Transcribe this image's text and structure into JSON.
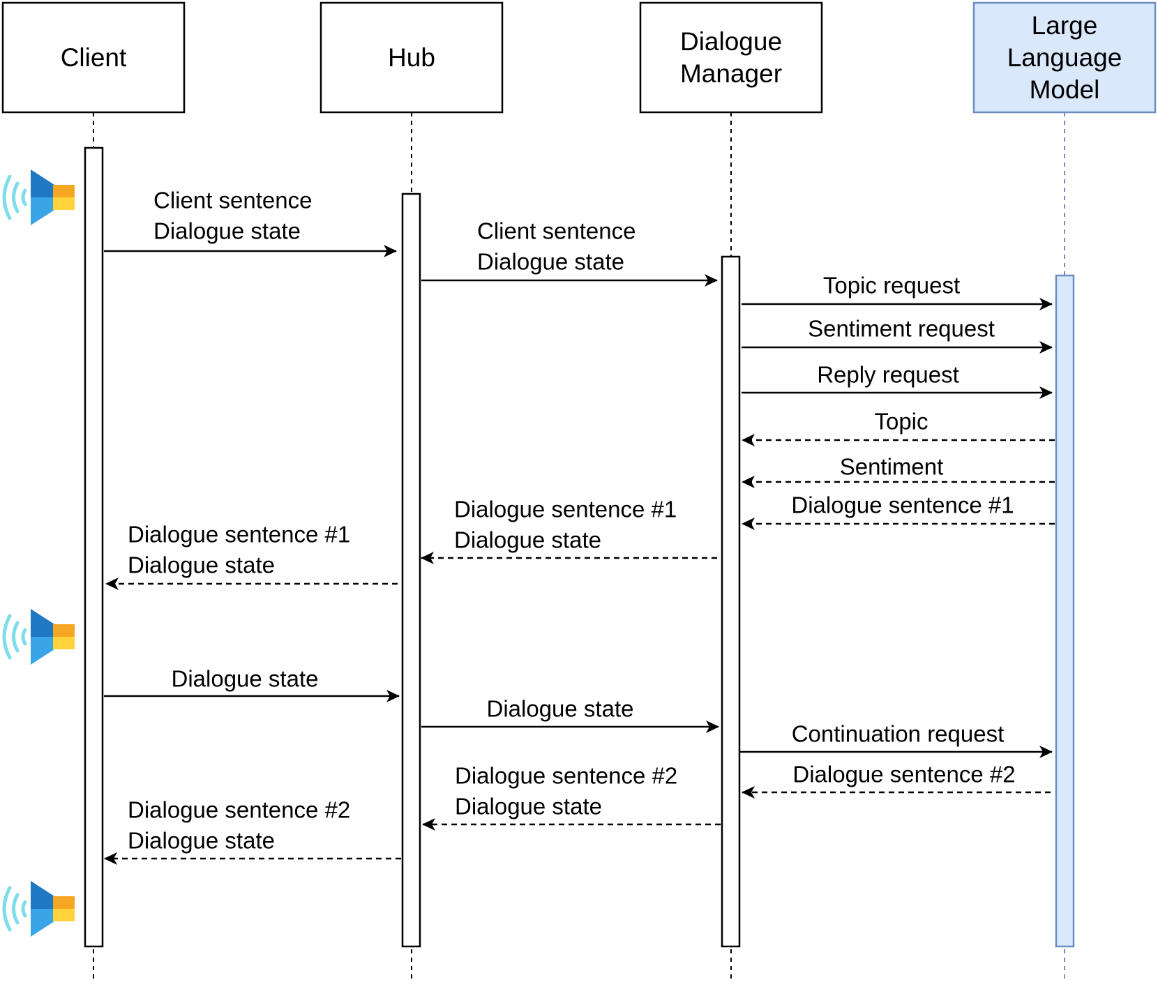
{
  "participants": [
    {
      "id": "client",
      "label_lines": [
        "Client"
      ]
    },
    {
      "id": "hub",
      "label_lines": [
        "Hub"
      ]
    },
    {
      "id": "dm",
      "label_lines": [
        "Dialogue",
        "Manager"
      ]
    },
    {
      "id": "llm",
      "label_lines": [
        "Large",
        "Language",
        "Model"
      ]
    }
  ],
  "messages": [
    {
      "from": "client",
      "to": "hub",
      "style": "solid",
      "label_lines": [
        "Client sentence",
        "Dialogue state"
      ]
    },
    {
      "from": "hub",
      "to": "dm",
      "style": "solid",
      "label_lines": [
        "Client sentence",
        "Dialogue state"
      ]
    },
    {
      "from": "dm",
      "to": "llm",
      "style": "solid",
      "label_lines": [
        "Topic request"
      ]
    },
    {
      "from": "dm",
      "to": "llm",
      "style": "solid",
      "label_lines": [
        "Sentiment request"
      ]
    },
    {
      "from": "dm",
      "to": "llm",
      "style": "solid",
      "label_lines": [
        "Reply request"
      ]
    },
    {
      "from": "llm",
      "to": "dm",
      "style": "dashed",
      "label_lines": [
        "Topic"
      ]
    },
    {
      "from": "llm",
      "to": "dm",
      "style": "dashed",
      "label_lines": [
        "Sentiment"
      ]
    },
    {
      "from": "llm",
      "to": "dm",
      "style": "dashed",
      "label_lines": [
        "Dialogue sentence #1"
      ]
    },
    {
      "from": "dm",
      "to": "hub",
      "style": "dashed",
      "label_lines": [
        "Dialogue sentence #1",
        "Dialogue state"
      ]
    },
    {
      "from": "hub",
      "to": "client",
      "style": "dashed",
      "label_lines": [
        "Dialogue sentence #1",
        "Dialogue state"
      ]
    },
    {
      "from": "client",
      "to": "hub",
      "style": "solid",
      "label_lines": [
        "Dialogue state"
      ]
    },
    {
      "from": "hub",
      "to": "dm",
      "style": "solid",
      "label_lines": [
        "Dialogue state"
      ]
    },
    {
      "from": "dm",
      "to": "llm",
      "style": "solid",
      "label_lines": [
        "Continuation request"
      ]
    },
    {
      "from": "llm",
      "to": "dm",
      "style": "dashed",
      "label_lines": [
        "Dialogue sentence #2"
      ]
    },
    {
      "from": "dm",
      "to": "hub",
      "style": "dashed",
      "label_lines": [
        "Dialogue sentence #2",
        "Dialogue state"
      ]
    },
    {
      "from": "hub",
      "to": "client",
      "style": "dashed",
      "label_lines": [
        "Dialogue sentence #2",
        "Dialogue state"
      ]
    }
  ],
  "icons": [
    {
      "name": "speaker-icon"
    },
    {
      "name": "speaker-icon"
    },
    {
      "name": "speaker-icon"
    }
  ],
  "colors": {
    "llm_fill": "#dae8fc",
    "llm_stroke": "#6c8ebf",
    "line": "#000000",
    "speaker_wave": "#7fdcea",
    "speaker_blue_dark": "#1e78c2",
    "speaker_blue_light": "#39a5e6",
    "speaker_orange": "#f5a623",
    "speaker_yellow": "#ffd43b"
  }
}
